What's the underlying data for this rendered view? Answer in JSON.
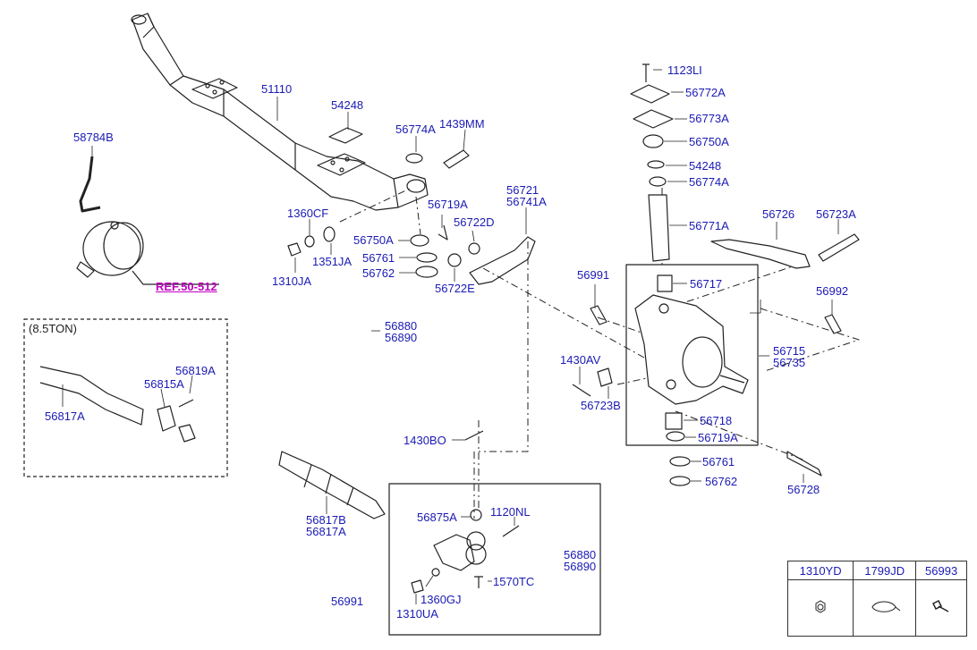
{
  "labels": {
    "p51110": "51110",
    "p54248_top": "54248",
    "p58784B": "58784B",
    "p56774A_mid": "56774A",
    "p1439MM": "1439MM",
    "p1360CF": "1360CF",
    "p56719A_mid": "56719A",
    "p56721": "56721",
    "p56741A": "56741A",
    "p56722D": "56722D",
    "p56750A_mid": "56750A",
    "p56761_mid": "56761",
    "p56762_mid": "56762",
    "p1351JA": "1351JA",
    "p1310JA": "1310JA",
    "p56722E": "56722E",
    "p1123LI": "1123LI",
    "p56772A": "56772A",
    "p56773A": "56773A",
    "p56750A_r": "56750A",
    "p54248_r": "54248",
    "p56774A_r": "56774A",
    "p56771A": "56771A",
    "p56726": "56726",
    "p56723A": "56723A",
    "p56991_r": "56991",
    "p56717": "56717",
    "p56992": "56992",
    "p56880_mid": "56880",
    "p56890_mid": "56890",
    "p1430AV": "1430AV",
    "p56715": "56715",
    "p56735": "56735",
    "p56723B": "56723B",
    "p56718": "56718",
    "p56719A_r": "56719A",
    "p1430BO": "1430BO",
    "p56761_r": "56761",
    "p56762_r": "56762",
    "p56728": "56728",
    "p56819A": "56819A",
    "p56815A": "56815A",
    "p56817A_left": "56817A",
    "p56817B": "56817B",
    "p56817A_low": "56817A",
    "p56875A": "56875A",
    "p1120NL": "1120NL",
    "p56880_low": "56880",
    "p56890_low": "56890",
    "p1570TC": "1570TC",
    "p1360GJ": "1360GJ",
    "p1310UA": "1310UA",
    "p56991_low": "56991"
  },
  "ref_link": "REF.50-512",
  "variant_note": "(8.5TON)",
  "legend": {
    "headers": [
      "1310YD",
      "1799JD",
      "56993"
    ]
  },
  "colors": {
    "label": "#1a1ab4",
    "ref": "#c000c0",
    "line": "#222222"
  }
}
